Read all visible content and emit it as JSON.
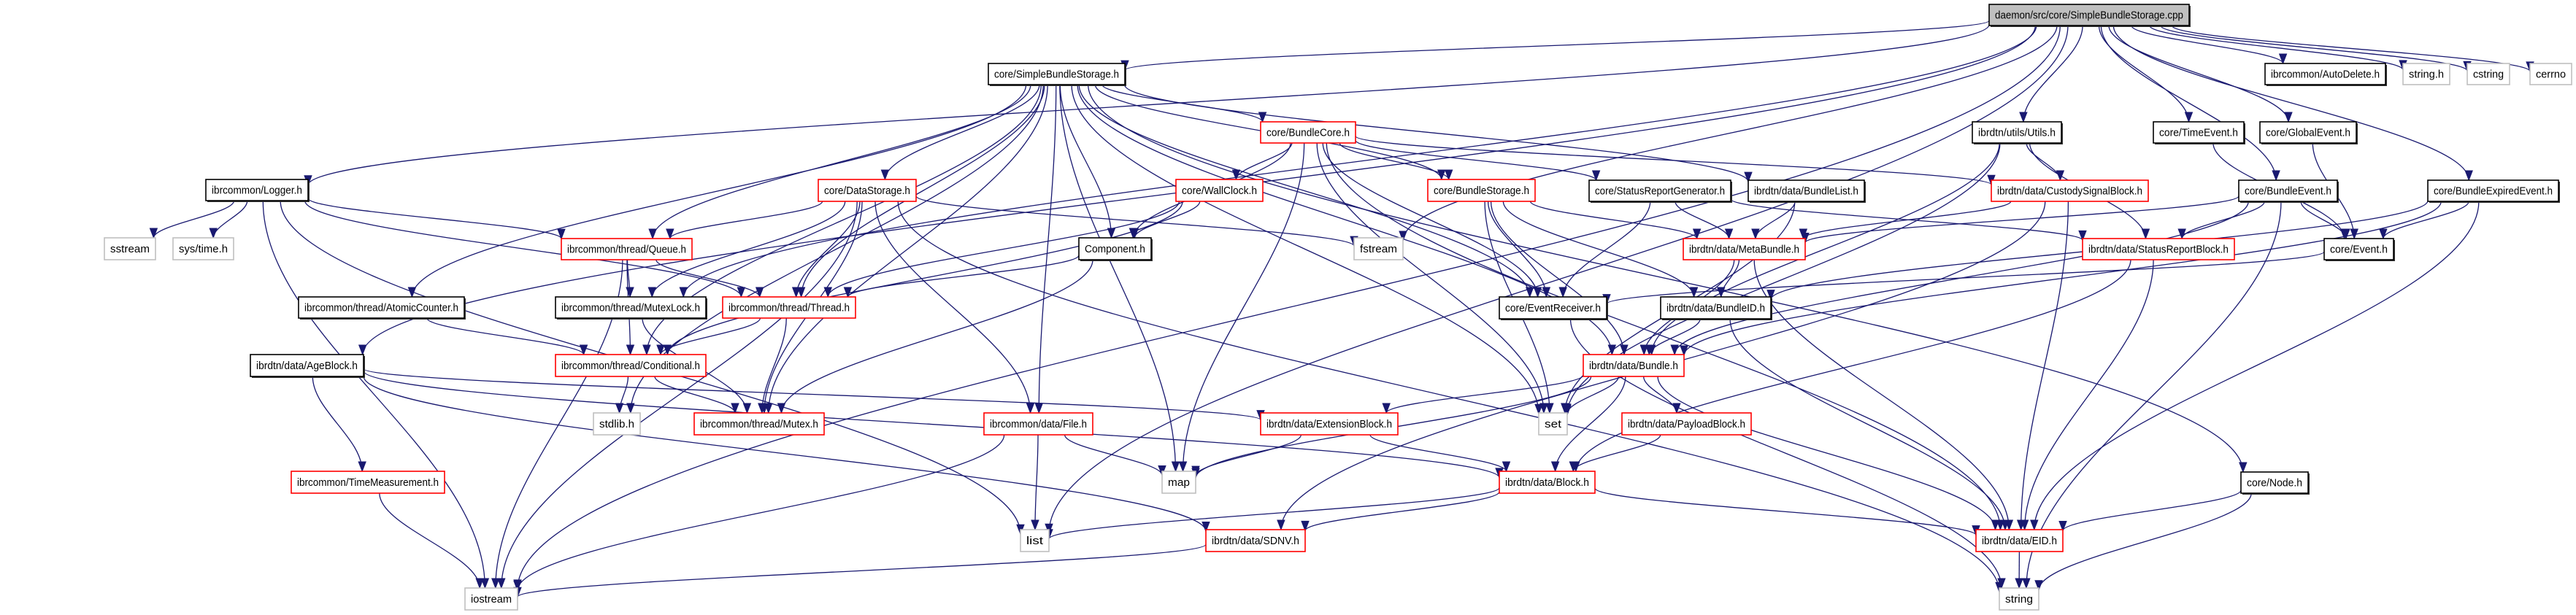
{
  "diagram": {
    "type": "include-dependency-graph",
    "root": "daemon/src/core/SimpleBundleStorage.cpp",
    "legend_colors": {
      "root_fill": "#bfbfbf",
      "documented_border": "#000000",
      "truncated_border": "#ff0000",
      "system_header_border": "#bfbfbf",
      "edge": "#191970"
    },
    "nodes": [
      {
        "id": "cpp",
        "label": "daemon/src/core/SimpleBundleStorage.cpp",
        "kind": "root"
      },
      {
        "id": "sbs_h",
        "label": "core/SimpleBundleStorage.h",
        "kind": "normal"
      },
      {
        "id": "autodelete",
        "label": "ibrcommon/AutoDelete.h",
        "kind": "normal"
      },
      {
        "id": "string_h",
        "label": "string.h",
        "kind": "system"
      },
      {
        "id": "cstring",
        "label": "cstring",
        "kind": "system"
      },
      {
        "id": "cerrno",
        "label": "cerrno",
        "kind": "system"
      },
      {
        "id": "logger",
        "label": "ibrcommon/Logger.h",
        "kind": "normal"
      },
      {
        "id": "bundlecore",
        "label": "core/BundleCore.h",
        "kind": "truncated"
      },
      {
        "id": "utils",
        "label": "ibrdtn/utils/Utils.h",
        "kind": "normal"
      },
      {
        "id": "timeevent",
        "label": "core/TimeEvent.h",
        "kind": "normal"
      },
      {
        "id": "globalevent",
        "label": "core/GlobalEvent.h",
        "kind": "normal"
      },
      {
        "id": "datastorage",
        "label": "core/DataStorage.h",
        "kind": "truncated"
      },
      {
        "id": "wallclock",
        "label": "core/WallClock.h",
        "kind": "truncated"
      },
      {
        "id": "bundlestorage",
        "label": "core/BundleStorage.h",
        "kind": "truncated"
      },
      {
        "id": "srgen",
        "label": "core/StatusReportGenerator.h",
        "kind": "normal"
      },
      {
        "id": "bundlelist",
        "label": "ibrdtn/data/BundleList.h",
        "kind": "normal"
      },
      {
        "id": "custody",
        "label": "ibrdtn/data/CustodySignalBlock.h",
        "kind": "truncated"
      },
      {
        "id": "bundleevent",
        "label": "core/BundleEvent.h",
        "kind": "normal"
      },
      {
        "id": "expiredevent",
        "label": "core/BundleExpiredEvent.h",
        "kind": "normal"
      },
      {
        "id": "sstream",
        "label": "sstream",
        "kind": "system"
      },
      {
        "id": "systime",
        "label": "sys/time.h",
        "kind": "system"
      },
      {
        "id": "queue",
        "label": "ibrcommon/thread/Queue.h",
        "kind": "truncated"
      },
      {
        "id": "component",
        "label": "Component.h",
        "kind": "normal"
      },
      {
        "id": "fstream",
        "label": "fstream",
        "kind": "system"
      },
      {
        "id": "metabundle",
        "label": "ibrdtn/data/MetaBundle.h",
        "kind": "truncated"
      },
      {
        "id": "srblock",
        "label": "ibrdtn/data/StatusReportBlock.h",
        "kind": "truncated"
      },
      {
        "id": "event",
        "label": "core/Event.h",
        "kind": "normal"
      },
      {
        "id": "atomic",
        "label": "ibrcommon/thread/AtomicCounter.h",
        "kind": "normal"
      },
      {
        "id": "mutexlock",
        "label": "ibrcommon/thread/MutexLock.h",
        "kind": "normal"
      },
      {
        "id": "thread",
        "label": "ibrcommon/thread/Thread.h",
        "kind": "truncated"
      },
      {
        "id": "eventreceiver",
        "label": "core/EventReceiver.h",
        "kind": "normal"
      },
      {
        "id": "bundleid",
        "label": "ibrdtn/data/BundleID.h",
        "kind": "normal"
      },
      {
        "id": "ageblock",
        "label": "ibrdtn/data/AgeBlock.h",
        "kind": "normal"
      },
      {
        "id": "conditional",
        "label": "ibrcommon/thread/Conditional.h",
        "kind": "truncated"
      },
      {
        "id": "bundle",
        "label": "ibrdtn/data/Bundle.h",
        "kind": "truncated"
      },
      {
        "id": "stdlib",
        "label": "stdlib.h",
        "kind": "system"
      },
      {
        "id": "mutex",
        "label": "ibrcommon/thread/Mutex.h",
        "kind": "truncated"
      },
      {
        "id": "file",
        "label": "ibrcommon/data/File.h",
        "kind": "truncated"
      },
      {
        "id": "extblock",
        "label": "ibrdtn/data/ExtensionBlock.h",
        "kind": "truncated"
      },
      {
        "id": "set",
        "label": "set",
        "kind": "system"
      },
      {
        "id": "payload",
        "label": "ibrdtn/data/PayloadBlock.h",
        "kind": "truncated"
      },
      {
        "id": "timemeas",
        "label": "ibrcommon/TimeMeasurement.h",
        "kind": "truncated"
      },
      {
        "id": "map",
        "label": "map",
        "kind": "system"
      },
      {
        "id": "block",
        "label": "ibrdtn/data/Block.h",
        "kind": "truncated"
      },
      {
        "id": "node",
        "label": "core/Node.h",
        "kind": "normal"
      },
      {
        "id": "list",
        "label": "list",
        "kind": "system"
      },
      {
        "id": "sdnv",
        "label": "ibrdtn/data/SDNV.h",
        "kind": "truncated"
      },
      {
        "id": "eid",
        "label": "ibrdtn/data/EID.h",
        "kind": "truncated"
      },
      {
        "id": "iostream",
        "label": "iostream",
        "kind": "system"
      },
      {
        "id": "string",
        "label": "string",
        "kind": "system"
      }
    ],
    "edges": [
      [
        "cpp",
        "sbs_h"
      ],
      [
        "cpp",
        "autodelete"
      ],
      [
        "cpp",
        "string_h"
      ],
      [
        "cpp",
        "cstring"
      ],
      [
        "cpp",
        "cerrno"
      ],
      [
        "cpp",
        "logger"
      ],
      [
        "cpp",
        "utils"
      ],
      [
        "cpp",
        "timeevent"
      ],
      [
        "cpp",
        "globalevent"
      ],
      [
        "cpp",
        "bundleevent"
      ],
      [
        "cpp",
        "expiredevent"
      ],
      [
        "cpp",
        "iostream"
      ],
      [
        "cpp",
        "ageblock"
      ],
      [
        "cpp",
        "mutexlock"
      ],
      [
        "cpp",
        "list"
      ],
      [
        "cpp",
        "fstream"
      ],
      [
        "sbs_h",
        "bundlecore"
      ],
      [
        "sbs_h",
        "datastorage"
      ],
      [
        "sbs_h",
        "bundlestorage"
      ],
      [
        "sbs_h",
        "component"
      ],
      [
        "sbs_h",
        "queue"
      ],
      [
        "sbs_h",
        "atomic"
      ],
      [
        "sbs_h",
        "conditional"
      ],
      [
        "sbs_h",
        "mutex"
      ],
      [
        "sbs_h",
        "thread"
      ],
      [
        "sbs_h",
        "file"
      ],
      [
        "sbs_h",
        "map"
      ],
      [
        "sbs_h",
        "bundle"
      ],
      [
        "sbs_h",
        "bundlelist"
      ],
      [
        "sbs_h",
        "set"
      ],
      [
        "sbs_h",
        "eventreceiver"
      ],
      [
        "sbs_h",
        "node"
      ],
      [
        "sbs_h",
        "stdlib"
      ],
      [
        "logger",
        "sstream"
      ],
      [
        "logger",
        "systime"
      ],
      [
        "logger",
        "queue"
      ],
      [
        "logger",
        "thread"
      ],
      [
        "logger",
        "iostream"
      ],
      [
        "logger",
        "list"
      ],
      [
        "bundlecore",
        "wallclock"
      ],
      [
        "bundlecore",
        "component"
      ],
      [
        "bundlecore",
        "bundlestorage"
      ],
      [
        "bundlecore",
        "srgen"
      ],
      [
        "bundlecore",
        "custody"
      ],
      [
        "bundlecore",
        "eventreceiver"
      ],
      [
        "bundlecore",
        "map"
      ],
      [
        "bundlecore",
        "set"
      ],
      [
        "bundlecore",
        "eid"
      ],
      [
        "utils",
        "custody"
      ],
      [
        "utils",
        "srblock"
      ],
      [
        "utils",
        "bundle"
      ],
      [
        "utils",
        "set"
      ],
      [
        "timeevent",
        "event"
      ],
      [
        "globalevent",
        "event"
      ],
      [
        "datastorage",
        "queue"
      ],
      [
        "datastorage",
        "thread"
      ],
      [
        "datastorage",
        "mutexlock"
      ],
      [
        "datastorage",
        "mutex"
      ],
      [
        "datastorage",
        "file"
      ],
      [
        "datastorage",
        "fstream"
      ],
      [
        "datastorage",
        "iostream"
      ],
      [
        "datastorage",
        "string"
      ],
      [
        "wallclock",
        "component"
      ],
      [
        "wallclock",
        "thread"
      ],
      [
        "wallclock",
        "conditional"
      ],
      [
        "bundlestorage",
        "metabundle"
      ],
      [
        "bundlestorage",
        "bundleid"
      ],
      [
        "bundlestorage",
        "bundle"
      ],
      [
        "bundlestorage",
        "set"
      ],
      [
        "bundlestorage",
        "eventreceiver"
      ],
      [
        "srgen",
        "metabundle"
      ],
      [
        "srgen",
        "srblock"
      ],
      [
        "srgen",
        "eventreceiver"
      ],
      [
        "bundlelist",
        "metabundle"
      ],
      [
        "bundlelist",
        "set"
      ],
      [
        "custody",
        "metabundle"
      ],
      [
        "custody",
        "eid"
      ],
      [
        "custody",
        "sdnv"
      ],
      [
        "bundleevent",
        "event"
      ],
      [
        "bundleevent",
        "srblock"
      ],
      [
        "bundleevent",
        "metabundle"
      ],
      [
        "bundleevent",
        "bundle"
      ],
      [
        "bundleevent",
        "string"
      ],
      [
        "expiredevent",
        "event"
      ],
      [
        "expiredevent",
        "bundleid"
      ],
      [
        "expiredevent",
        "bundle"
      ],
      [
        "expiredevent",
        "eid"
      ],
      [
        "queue",
        "mutexlock"
      ],
      [
        "queue",
        "thread"
      ],
      [
        "queue",
        "conditional"
      ],
      [
        "queue",
        "iostream"
      ],
      [
        "component",
        "thread"
      ],
      [
        "component",
        "mutex"
      ],
      [
        "metabundle",
        "bundleid"
      ],
      [
        "metabundle",
        "bundle"
      ],
      [
        "metabundle",
        "eid"
      ],
      [
        "srblock",
        "block"
      ],
      [
        "srblock",
        "eid"
      ],
      [
        "event",
        "eventreceiver"
      ],
      [
        "atomic",
        "conditional"
      ],
      [
        "mutexlock",
        "mutex"
      ],
      [
        "thread",
        "conditional"
      ],
      [
        "thread",
        "mutex"
      ],
      [
        "eventreceiver",
        "string"
      ],
      [
        "bundleid",
        "bundle"
      ],
      [
        "bundleid",
        "eid"
      ],
      [
        "ageblock",
        "timemeas"
      ],
      [
        "ageblock",
        "extblock"
      ],
      [
        "ageblock",
        "block"
      ],
      [
        "ageblock",
        "sdnv"
      ],
      [
        "conditional",
        "stdlib"
      ],
      [
        "conditional",
        "mutex"
      ],
      [
        "bundle",
        "set"
      ],
      [
        "bundle",
        "payload"
      ],
      [
        "bundle",
        "block"
      ],
      [
        "bundle",
        "extblock"
      ],
      [
        "bundle",
        "map"
      ],
      [
        "bundle",
        "eid"
      ],
      [
        "file",
        "list"
      ],
      [
        "file",
        "map"
      ],
      [
        "file",
        "iostream"
      ],
      [
        "extblock",
        "map"
      ],
      [
        "extblock",
        "block"
      ],
      [
        "payload",
        "block"
      ],
      [
        "timemeas",
        "iostream"
      ],
      [
        "block",
        "list"
      ],
      [
        "block",
        "sdnv"
      ],
      [
        "block",
        "eid"
      ],
      [
        "node",
        "eid"
      ],
      [
        "node",
        "string"
      ],
      [
        "sdnv",
        "iostream"
      ],
      [
        "eid",
        "string"
      ]
    ]
  }
}
